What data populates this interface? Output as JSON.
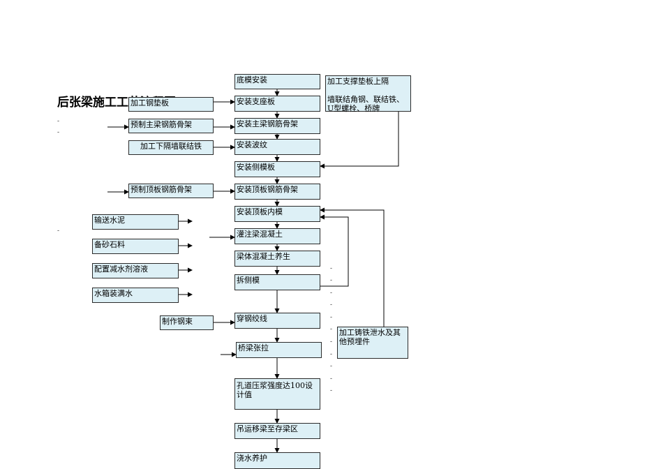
{
  "title": "后张梁施工工艺流程图",
  "main_flow": [
    "底模安装",
    "安装支座板",
    "安装主梁钢筋骨架",
    "安装波纹",
    "安装侧模板",
    "安装顶板钢筋骨架",
    "安装顶板内模",
    "灌注梁混凝土",
    "梁体混凝土养生",
    "拆侧模",
    "穿钢绞线",
    "桥梁张拉",
    "孔道压浆强度达100设计值",
    "吊运移梁至存梁区",
    "浇水养护"
  ],
  "left_boxes": [
    "加工钢垫板",
    "预制主梁钢筋骨架",
    "加工下隔墙联结铁",
    "预制顶板钢筋骨架",
    "制作钢束"
  ],
  "material_boxes": [
    "输送水泥",
    "备砂石料",
    "配置减水剂溶液",
    "水箱装满水"
  ],
  "right_boxes": {
    "support": "加工支撑垫板上隔\n\n墙联结角钢、联结铁、\nU型螺栓、桥牌",
    "cast_iron": "加工铸铁泄水及其他预埋件"
  },
  "dash_mark": "-"
}
